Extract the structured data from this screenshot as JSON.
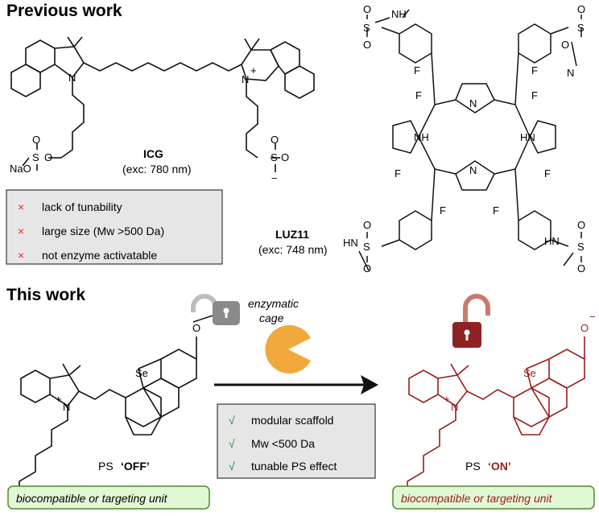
{
  "sections": {
    "previous": "Previous work",
    "current": "This work"
  },
  "icg": {
    "name": "ICG",
    "exc": "(exc: 780 nm)",
    "counter_ion": "NaO",
    "anion": "O",
    "charge_minus": "−",
    "charge_plus": "+",
    "nitrogen": "N"
  },
  "luz11": {
    "name": "LUZ11",
    "exc": "(exc: 748 nm)",
    "fluorine": "F",
    "nh": "NH",
    "hn": "HN",
    "n": "N",
    "s": "S",
    "o": "O"
  },
  "drawbacks": {
    "mark": "×",
    "items": [
      "lack of tunability",
      "large size (Mw >500 Da)",
      "not enzyme activatable"
    ]
  },
  "cage": {
    "line1": "enzymatic",
    "line2": "cage"
  },
  "advantages": {
    "mark": "√",
    "items": [
      "modular scaffold",
      "Mw <500 Da",
      "tunable PS effect"
    ]
  },
  "ps_off": {
    "prefix": "PS ",
    "state": "‘OFF’",
    "unit": "biocompatible or targeting unit"
  },
  "ps_on": {
    "prefix": "PS ",
    "state": "‘ON’",
    "unit": "biocompatible or targeting unit",
    "phenolate": "O",
    "minus": "−"
  },
  "atoms": {
    "se": "Se",
    "n": "N",
    "o": "O",
    "plus": "+"
  },
  "colors": {
    "ink": "#111111",
    "red": "#9b1c1c",
    "cross": "#e0312d",
    "check": "#1f8a3a",
    "box_fill": "#e6e6e6",
    "unit_fill": "#e2f7d5",
    "unit_border": "#4b8b2b",
    "pacman": "#f2a93b",
    "lock_red": "#8f2323",
    "lock_gray": "#8a8a8a"
  }
}
